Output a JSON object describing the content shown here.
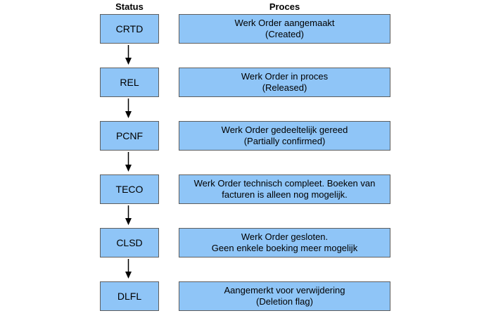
{
  "colors": {
    "box_fill": "#8fc5f7",
    "box_border": "#5e5e5e",
    "arrow": "#000000"
  },
  "headers": {
    "status": "Status",
    "proces": "Proces"
  },
  "rows": [
    {
      "status": "CRTD",
      "proces_line1": "Werk Order aangemaakt",
      "proces_line2": "(Created)"
    },
    {
      "status": "REL",
      "proces_line1": "Werk Order in proces",
      "proces_line2": "(Released)"
    },
    {
      "status": "PCNF",
      "proces_line1": "Werk Order gedeeltelijk gereed",
      "proces_line2": "(Partially confirmed)"
    },
    {
      "status": "TECO",
      "proces_line1": "Werk Order technisch compleet. Boeken van",
      "proces_line2": "facturen is alleen nog mogelijk."
    },
    {
      "status": "CLSD",
      "proces_line1": "Werk Order gesloten.",
      "proces_line2": "Geen enkele boeking meer mogelijk"
    },
    {
      "status": "DLFL",
      "proces_line1": "Aangemerkt voor verwijdering",
      "proces_line2": "(Deletion flag)"
    }
  ]
}
